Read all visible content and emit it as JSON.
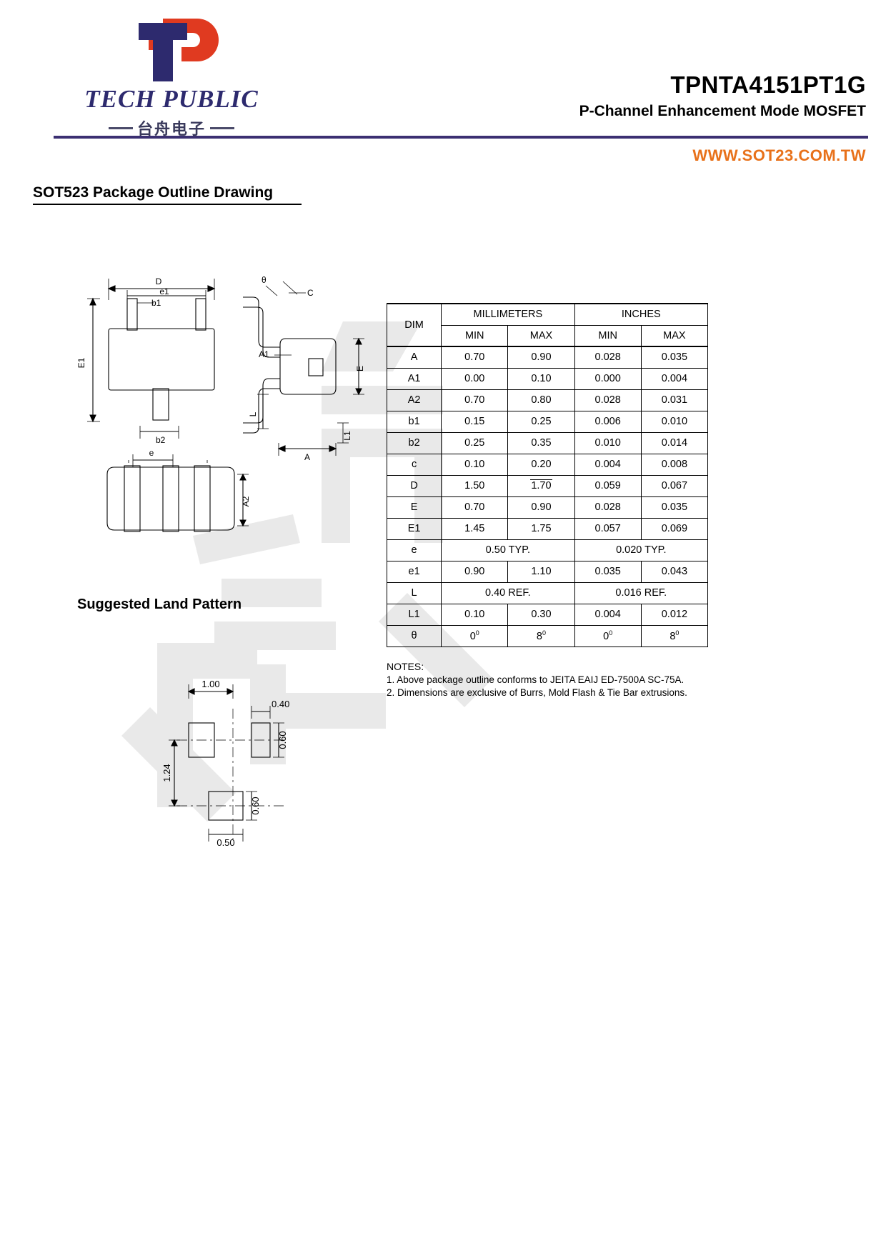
{
  "header": {
    "logo_word": "TECH PUBLIC",
    "logo_cn": "台舟电子",
    "part_number": "TPNTA4151PT1G",
    "subtitle": "P-Channel Enhancement Mode MOSFET",
    "website": "WWW.SOT23.COM.TW",
    "rule_color": "#3b2f72",
    "website_color": "#e8711a"
  },
  "sections": {
    "package_outline": "SOT523 Package Outline Drawing",
    "land_pattern": "Suggested Land Pattern"
  },
  "dim_table": {
    "col_dim": "DIM",
    "group_mm": "MILLIMETERS",
    "group_in": "INCHES",
    "sub_min": "MIN",
    "sub_max": "MAX",
    "rows": [
      {
        "dim": "A",
        "mm_min": "0.70",
        "mm_max": "0.90",
        "in_min": "0.028",
        "in_max": "0.035"
      },
      {
        "dim": "A1",
        "mm_min": "0.00",
        "mm_max": "0.10",
        "in_min": "0.000",
        "in_max": "0.004"
      },
      {
        "dim": "A2",
        "mm_min": "0.70",
        "mm_max": "0.80",
        "in_min": "0.028",
        "in_max": "0.031"
      },
      {
        "dim": "b1",
        "mm_min": "0.15",
        "mm_max": "0.25",
        "in_min": "0.006",
        "in_max": "0.010"
      },
      {
        "dim": "b2",
        "mm_min": "0.25",
        "mm_max": "0.35",
        "in_min": "0.010",
        "in_max": "0.014"
      },
      {
        "dim": "c",
        "mm_min": "0.10",
        "mm_max": "0.20",
        "in_min": "0.004",
        "in_max": "0.008"
      },
      {
        "dim": "D",
        "mm_min": "1.50",
        "mm_max": "1.70",
        "in_min": "0.059",
        "in_max": "0.067",
        "mm_max_overbar": true
      },
      {
        "dim": "E",
        "mm_min": "0.70",
        "mm_max": "0.90",
        "in_min": "0.028",
        "in_max": "0.035"
      },
      {
        "dim": "E1",
        "mm_min": "1.45",
        "mm_max": "1.75",
        "in_min": "0.057",
        "in_max": "0.069"
      },
      {
        "dim": "e",
        "mm_span": "0.50 TYP.",
        "in_span": "0.020 TYP.",
        "merged": true
      },
      {
        "dim": "e1",
        "mm_min": "0.90",
        "mm_max": "1.10",
        "in_min": "0.035",
        "in_max": "0.043"
      },
      {
        "dim": "L",
        "mm_span": "0.40 REF.",
        "in_span": "0.016 REF.",
        "merged": true
      },
      {
        "dim": "L1",
        "mm_min": "0.10",
        "mm_max": "0.30",
        "in_min": "0.004",
        "in_max": "0.012"
      },
      {
        "dim": "θ",
        "mm_min": "0°",
        "mm_max": "8°",
        "in_min": "0°",
        "in_max": "8°",
        "degree": true
      }
    ]
  },
  "notes": {
    "title": "NOTES:",
    "items": [
      "1. Above package outline conforms to JEITA EAIJ ED-7500A SC-75A.",
      "2. Dimensions are exclusive of Burrs, Mold Flash & Tie Bar extrusions."
    ]
  },
  "outline_labels": {
    "top_view": [
      "D",
      "e1",
      "b1",
      "E1",
      "b2"
    ],
    "side_view": [
      "θ",
      "C",
      "A1",
      "A",
      "E",
      "L",
      "L1"
    ],
    "front_view": [
      "e",
      "A2"
    ]
  },
  "land_pattern": {
    "dims": [
      "1.00",
      "0.40",
      "0.60",
      "1.24",
      "0.60",
      "0.50"
    ]
  }
}
